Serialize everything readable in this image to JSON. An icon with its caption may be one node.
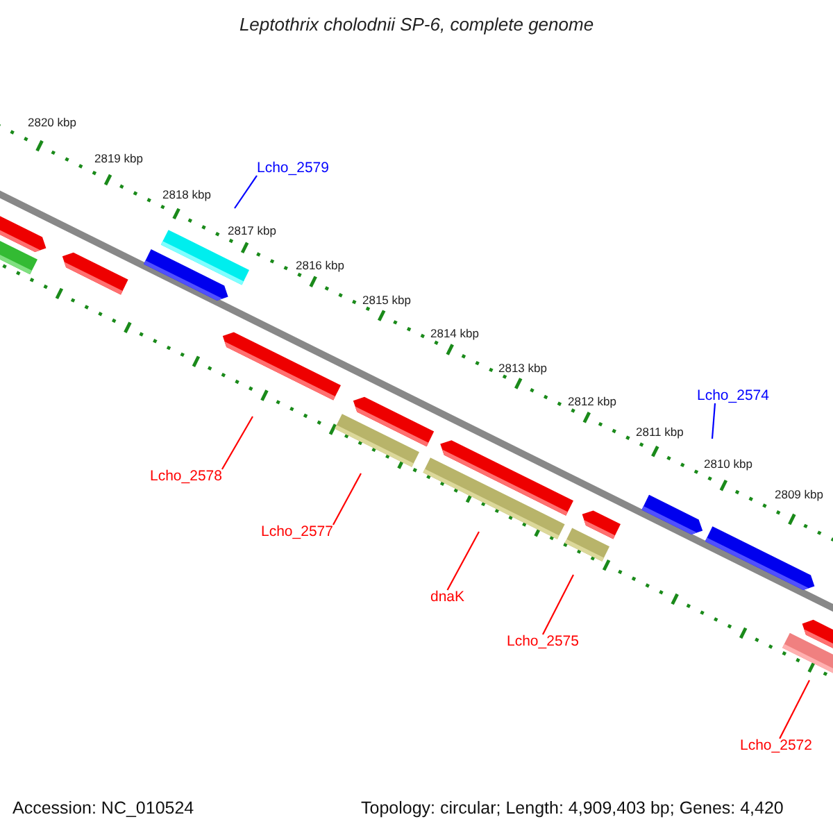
{
  "diagram": {
    "title": "Leptothrix cholodnii SP-6, complete genome",
    "nodes": [
      {
        "text": [
          "Lcho_2579"
        ]
      },
      {
        "text": [
          "Lcho_2574"
        ]
      },
      {
        "text": [
          "Lcho_2578"
        ]
      },
      {
        "text": [
          "Lcho_2577"
        ]
      },
      {
        "text": [
          "dnaK"
        ]
      },
      {
        "text": [
          "Lcho_2575"
        ]
      },
      {
        "text": [
          "Lcho_2572"
        ]
      }
    ],
    "edges": [
      {
        "from": 0,
        "to": null,
        "arrow": "none",
        "color": "#0000ff"
      },
      {
        "from": 1,
        "to": null,
        "arrow": "none",
        "color": "#0000ff"
      },
      {
        "from": 2,
        "to": null,
        "arrow": "none"
      },
      {
        "from": 3,
        "to": null,
        "arrow": "none"
      },
      {
        "from": 4,
        "to": null,
        "arrow": "none"
      },
      {
        "from": 5,
        "to": null,
        "arrow": "none"
      },
      {
        "from": 6,
        "to": null,
        "arrow": "none"
      }
    ],
    "labels": [
      "2820 kbp",
      "2819 kbp",
      "2818 kbp",
      "2817 kbp",
      "2816 kbp",
      "2815 kbp",
      "2814 kbp",
      "2813 kbp",
      "2812 kbp",
      "2811 kbp",
      "2810 kbp",
      "2809 kbp",
      "Accession: NC_010524",
      "Topology: circular; Length: 4,909,403 bp; Genes: 4,420"
    ]
  }
}
